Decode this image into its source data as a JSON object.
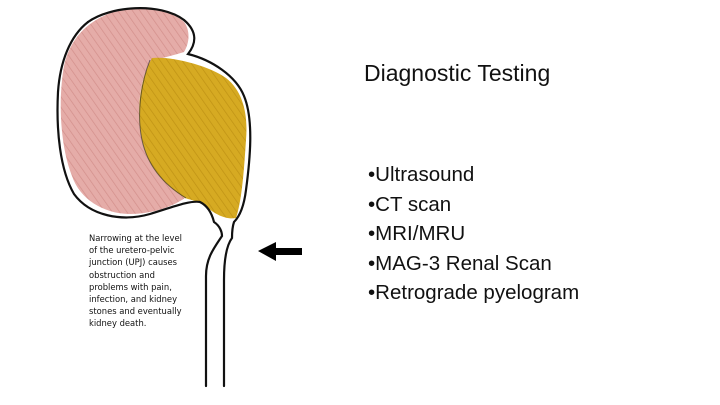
{
  "slide": {
    "title": "Diagnostic Testing",
    "caption": "Narrowing at the level\nof the uretero-pelvic\njunction (UPJ) causes\nobstruction and\nproblems with pain,\ninfection, and kidney\nstones and eventually\nkidney death.",
    "tests": [
      "•Ultrasound",
      "•CT scan",
      "•MRI/MRU",
      "•MAG-3 Renal Scan",
      "•Retrograde pyelogram"
    ]
  },
  "colors": {
    "kidney_tissue": "#e3a7a3",
    "renal_pelvis": "#d2a41f",
    "outline": "#111111",
    "arrow": "#000000",
    "background": "#ffffff"
  },
  "icons": {
    "pointer": "left-arrow-icon"
  }
}
